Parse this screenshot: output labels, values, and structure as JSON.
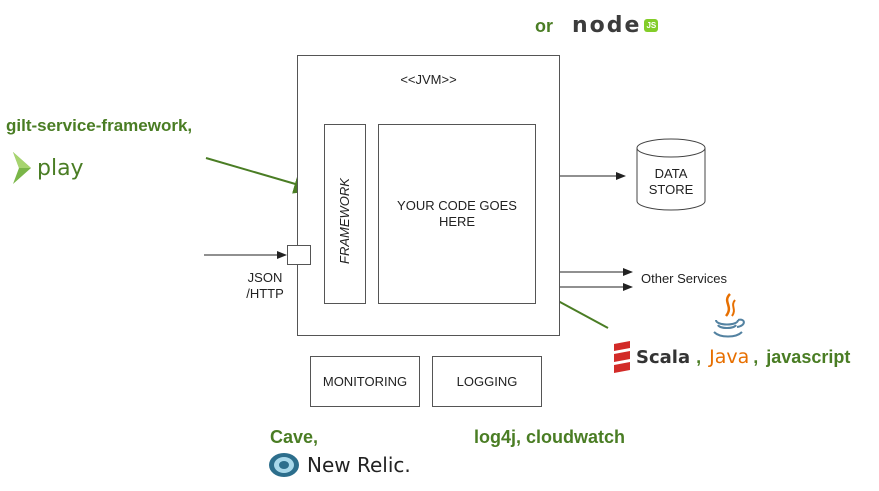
{
  "header": {
    "or_label": "or",
    "node_logo_text": "node",
    "node_badge": "JS"
  },
  "left": {
    "gsf_label": "gilt-service-framework,",
    "play_logo_text": "play",
    "json_http_line1": "JSON",
    "json_http_line2": "/HTTP"
  },
  "jvm": {
    "title": "<<JVM>>",
    "framework_label": "FRAMEWORK",
    "code_line1": "YOUR CODE GOES",
    "code_line2": "HERE"
  },
  "data_store": {
    "line1": "DATA",
    "line2": "STORE"
  },
  "other_services": "Other Services",
  "languages": {
    "scala": "Scala",
    "sep1": ",",
    "java": "Java",
    "sep2": ",",
    "javascript": "javascript"
  },
  "monitoring": {
    "label": "MONITORING",
    "tools": "Cave,",
    "newrelic": "New Relic",
    "newrelic_mark": "."
  },
  "logging": {
    "label": "LOGGING",
    "tools": "log4j, cloudwatch"
  },
  "colors": {
    "accent_green": "#4a7d24",
    "scala_red": "#d22b28",
    "java_orange": "#e76f00",
    "java_blue": "#5382a1",
    "node_green": "#83cd29"
  }
}
